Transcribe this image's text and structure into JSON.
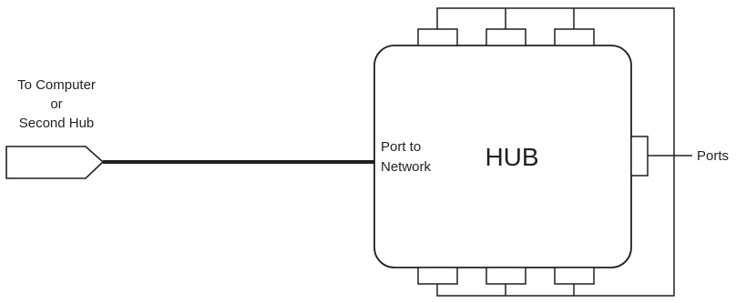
{
  "labels": {
    "source_line1": "To Computer",
    "source_line2": "or",
    "source_line3": "Second Hub",
    "port_line1": "Port to",
    "port_line2": "Network",
    "hub": "HUB",
    "ports": "Ports"
  },
  "colors": {
    "stroke": "#231f20",
    "background": "#ffffff"
  }
}
